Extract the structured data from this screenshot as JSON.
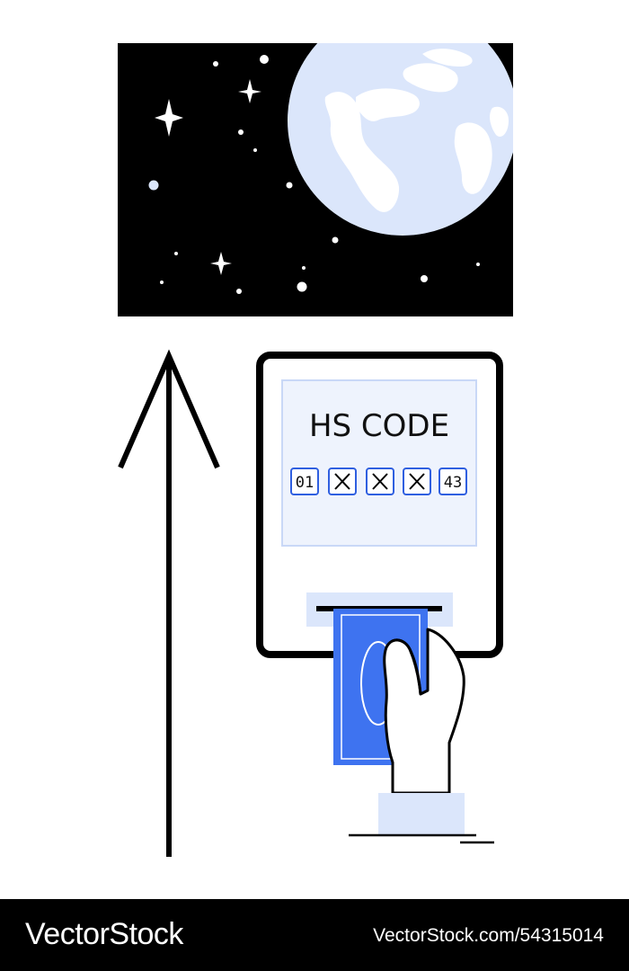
{
  "illustration": {
    "panel_title": "HS CODE",
    "code_boxes": [
      {
        "type": "text",
        "value": "01"
      },
      {
        "type": "cross"
      },
      {
        "type": "cross"
      },
      {
        "type": "cross"
      },
      {
        "type": "text",
        "value": "43"
      }
    ],
    "icons": [
      "night-sky-icon",
      "globe-icon",
      "up-arrow-icon",
      "kiosk-icon",
      "banknote-icon",
      "hand-icon"
    ]
  },
  "footer": {
    "logo_text": "VectorStock",
    "url_text": "VectorStock.com/54315014"
  },
  "colors": {
    "black": "#000000",
    "globe": "#dbe6fb",
    "panel_fill": "#eef3fd",
    "banknote": "#3e73f0",
    "accent_outline": "#2f5fe0"
  }
}
